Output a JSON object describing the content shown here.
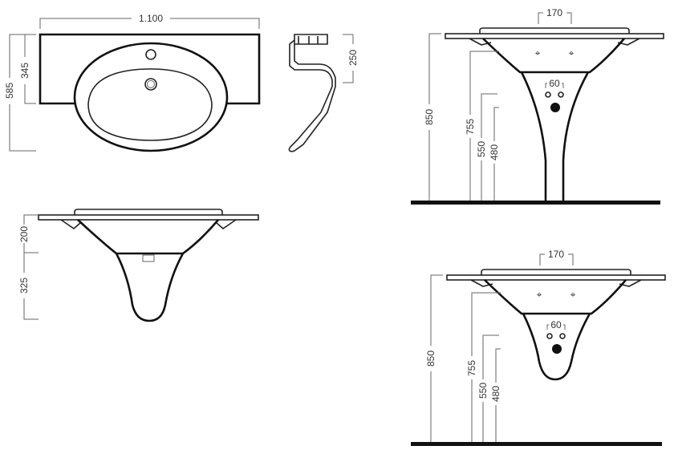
{
  "dimensions": {
    "top_width": "1.100",
    "top_depth": "585",
    "top_counter_depth": "345",
    "side_height": "250",
    "front_upper": "200",
    "front_lower": "325",
    "tap_spacing_1": "170",
    "valve_spacing_1": "60",
    "height_total_1": "850",
    "height_755_1": "755",
    "height_550_1": "550",
    "height_480_1": "480",
    "tap_spacing_2": "170",
    "valve_spacing_2": "60",
    "height_total_2": "850",
    "height_755_2": "755",
    "height_550_2": "550",
    "height_480_2": "480"
  }
}
